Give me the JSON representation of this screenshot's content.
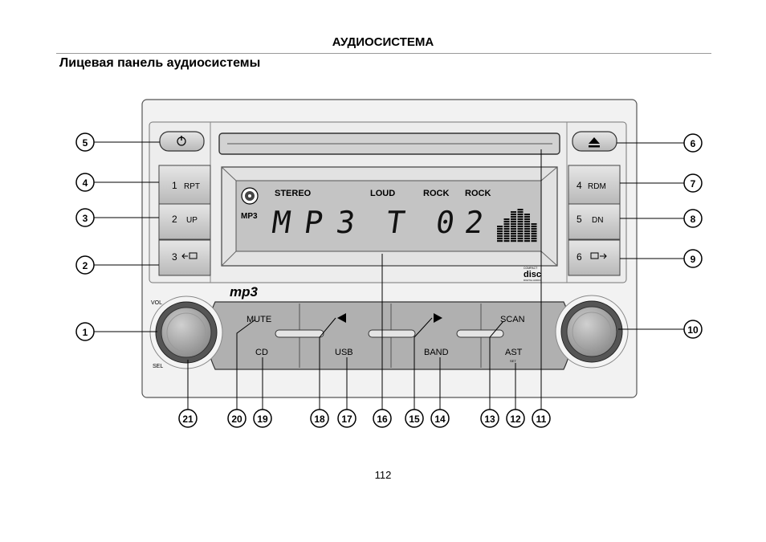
{
  "header": {
    "section_title": "АУДИОСИСТЕМА",
    "subtitle": "Лицевая панель аудиосистемы"
  },
  "display": {
    "mp3_label": "MP3",
    "indicators": [
      "STEREO",
      "LOUD",
      "ROCK",
      "ROCK"
    ],
    "segment_text": [
      "M",
      "P",
      "3",
      "T",
      "0",
      "2"
    ],
    "eq_levels": [
      0.5,
      0.7,
      0.85,
      0.95,
      0.8,
      0.55
    ]
  },
  "buttons": {
    "preset_left": [
      {
        "num": "1",
        "label": "RPT"
      },
      {
        "num": "2",
        "label": "UP"
      },
      {
        "num": "3",
        "label": ""
      }
    ],
    "preset_right": [
      {
        "num": "4",
        "label": "RDM"
      },
      {
        "num": "5",
        "label": "DN"
      },
      {
        "num": "6",
        "label": ""
      }
    ],
    "mute": "MUTE",
    "cd": "CD",
    "usb": "USB",
    "band": "BAND",
    "scan": "SCAN",
    "ast": "AST",
    "ast_sub": "SET"
  },
  "knob_labels": {
    "vol": "VOL",
    "sel": "SEL"
  },
  "logos": {
    "mp3": "mp3",
    "disc_top": "COMPACT",
    "disc_main": "disc",
    "disc_bottom": "DIGITAL AUDIO"
  },
  "callouts": {
    "left": [
      "5",
      "4",
      "3",
      "2",
      "1"
    ],
    "right": [
      "6",
      "7",
      "8",
      "9",
      "10"
    ],
    "bottom": [
      "21",
      "20",
      "19",
      "18",
      "17",
      "16",
      "15",
      "14",
      "13",
      "12",
      "11"
    ]
  },
  "page_number": "112"
}
